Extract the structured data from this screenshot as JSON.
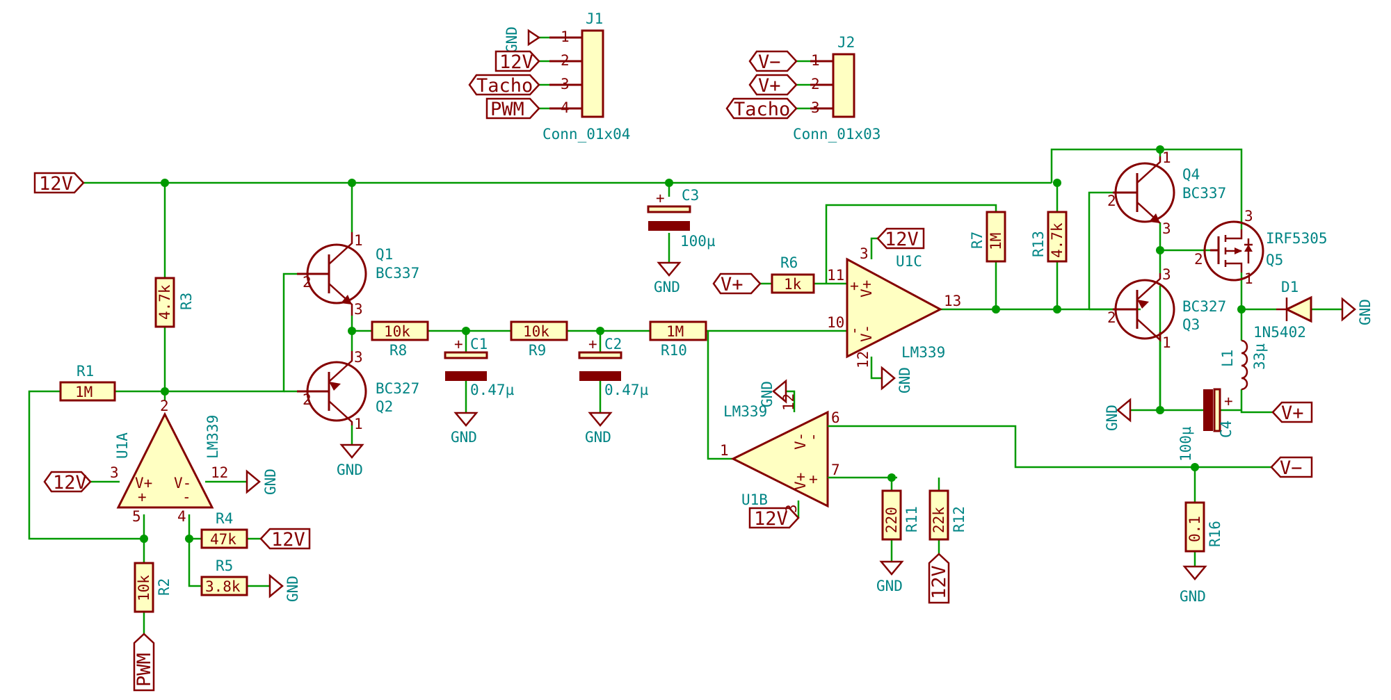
{
  "connectors": [
    {
      "ref": "J1",
      "value": "Conn_01x04",
      "pins": [
        "1",
        "2",
        "3",
        "4"
      ]
    },
    {
      "ref": "J2",
      "value": "Conn_01x03",
      "pins": [
        "1",
        "2",
        "3"
      ]
    }
  ],
  "transistors": [
    {
      "ref": "Q1",
      "value": "BC337",
      "pins": [
        "1",
        "2",
        "3"
      ]
    },
    {
      "ref": "Q2",
      "value": "BC327",
      "pins": [
        "1",
        "2",
        "3"
      ]
    },
    {
      "ref": "Q3",
      "value": "BC327",
      "pins": [
        "1",
        "2",
        "3"
      ]
    },
    {
      "ref": "Q4",
      "value": "BC337",
      "pins": [
        "1",
        "2",
        "3"
      ]
    },
    {
      "ref": "Q5",
      "value": "IRF5305",
      "pins": [
        "1",
        "2",
        "3"
      ]
    }
  ],
  "resistors": [
    {
      "ref": "R1",
      "value": "1M"
    },
    {
      "ref": "R2",
      "value": "10k"
    },
    {
      "ref": "R3",
      "value": "4.7k"
    },
    {
      "ref": "R4",
      "value": "47k"
    },
    {
      "ref": "R5",
      "value": "3.8k"
    },
    {
      "ref": "R6",
      "value": "1k"
    },
    {
      "ref": "R7",
      "value": "1M"
    },
    {
      "ref": "R8",
      "value": "10k"
    },
    {
      "ref": "R9",
      "value": "10k"
    },
    {
      "ref": "R10",
      "value": "1M"
    },
    {
      "ref": "R11",
      "value": "220"
    },
    {
      "ref": "R12",
      "value": "22k"
    },
    {
      "ref": "R13",
      "value": "4.7k"
    },
    {
      "ref": "R16",
      "value": "0.1"
    }
  ],
  "capacitors": [
    {
      "ref": "C1",
      "value": "0.47µ",
      "plus": "+"
    },
    {
      "ref": "C2",
      "value": "0.47µ",
      "plus": "+"
    },
    {
      "ref": "C3",
      "value": "100µ",
      "plus": "+"
    },
    {
      "ref": "C4",
      "value": "100µ",
      "plus": "+"
    }
  ],
  "inductor": {
    "ref": "L1",
    "value": "33µ"
  },
  "diode": {
    "ref": "D1",
    "value": "1N5402"
  },
  "opamps": [
    {
      "ref": "U1A",
      "value": "LM339",
      "pins": [
        "2",
        "3",
        "12",
        "5",
        "4"
      ],
      "vplus": "V+",
      "vminus": "V-",
      "plus": "+",
      "minus": "-"
    },
    {
      "ref": "U1B",
      "value": "LM339",
      "pins": [
        "1",
        "12",
        "6",
        "7",
        "3"
      ],
      "vplus": "V+",
      "vminus": "V-",
      "plus": "+",
      "minus": "-"
    },
    {
      "ref": "U1C",
      "value": "LM339",
      "pins": [
        "3",
        "11",
        "13",
        "10",
        "12"
      ],
      "vplus": "V+",
      "vminus": "V-",
      "plus": "+",
      "minus": "-"
    }
  ],
  "net_labels": {
    "j1_gnd": "GND",
    "j1_12v": "12V",
    "j1_tacho": "Tacho",
    "j1_pwm": "PWM",
    "j2_vminus": "V−",
    "j2_vplus": "V+",
    "j2_tacho": "Tacho",
    "rail_12v": "12V",
    "u1a_in_12v": "12V",
    "u1a_gnd": "GND",
    "r4_12v": "12V",
    "r5_gnd": "GND",
    "pwm_in": "PWM",
    "q2_gnd": "GND",
    "c1_gnd": "GND",
    "c2_gnd": "GND",
    "c3_gnd": "GND",
    "r6_vplus": "V+",
    "u1c_12v": "12V",
    "u1c_gnd": "GND",
    "u1b_gnd": "GND",
    "u1b_12v": "12V",
    "r11_gnd": "GND",
    "r12_12v": "12V",
    "q3_gnd": "GND",
    "d1_gnd": "GND",
    "c4_vplus": "V+",
    "vminus_out": "V−",
    "r16_gnd": "GND"
  },
  "colors": {
    "wire": "#009900",
    "symbol": "#840000",
    "fill": "#ffffc2",
    "text": "#008484",
    "junction": "#009900"
  }
}
